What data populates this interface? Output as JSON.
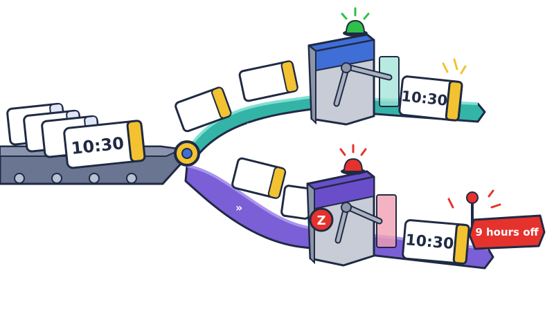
{
  "diagram": {
    "source_ticket_time": "10:30",
    "top_gate": {
      "status": "accepted",
      "light_color": "#2fc04a",
      "track_color": "#34b4a6",
      "ticket_time": "10:30"
    },
    "bottom_gate": {
      "status": "rejected",
      "light_color": "#e5322d",
      "track_color": "#7b5fd6",
      "badge_letter": "Z",
      "ticket_time": "10:30",
      "flag_text": "9 hours off"
    },
    "colors": {
      "outline": "#1f2a44",
      "ticket_stub": "#f2c230",
      "ticket_fill": "#ffffff",
      "ticket_shadow": "#dfe6f7",
      "conveyor": "#5b6783",
      "junction": "#f2c230",
      "gate_top": "#3f6ed6",
      "gate_bottom": "#6a4ec9",
      "gate_metal": "#c7ccd6"
    }
  }
}
